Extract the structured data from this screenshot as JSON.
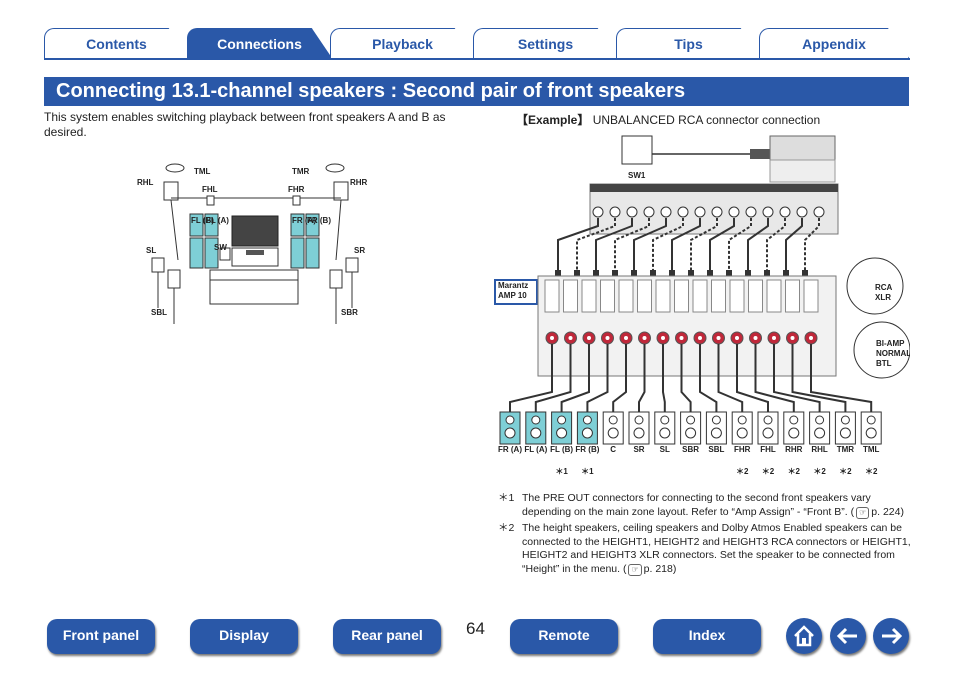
{
  "tabs": [
    {
      "label": "Contents"
    },
    {
      "label": "Connections"
    },
    {
      "label": "Playback"
    },
    {
      "label": "Settings"
    },
    {
      "label": "Tips"
    },
    {
      "label": "Appendix"
    }
  ],
  "page_title": "Connecting 13.1-channel speakers : Second pair of front speakers",
  "intro_text": "This system enables switching playback between front speakers A and B as desired.",
  "example": {
    "tag": "【Example】",
    "text": " UNBALANCED RCA connector connection"
  },
  "room_diagram": {
    "labels": {
      "tml": "TML",
      "tmr": "TMR",
      "rhl": "RHL",
      "rhr": "RHR",
      "fhl": "FHL",
      "fhr": "FHR",
      "sl": "SL",
      "sr": "SR",
      "sbl": "SBL",
      "sbr": "SBR",
      "sw": "SW",
      "fl_b": "FL (B)",
      "fl_a": "FL (A)",
      "fr_a": "FR (A)",
      "fr_b": "FR (B)"
    }
  },
  "connection_diagram": {
    "sw1_label": "SW1",
    "amp_label_1": "Marantz",
    "amp_label_2": "AMP 10",
    "switch1": [
      "RCA",
      "XLR"
    ],
    "switch2": [
      "BI-AMP",
      "NORMAL",
      "BTL"
    ],
    "terminals": [
      {
        "label": "FR (A)",
        "note": ""
      },
      {
        "label": "FL (A)",
        "note": ""
      },
      {
        "label": "FL (B)",
        "note": "＊1"
      },
      {
        "label": "FR (B)",
        "note": "＊1"
      },
      {
        "label": "C",
        "note": ""
      },
      {
        "label": "SR",
        "note": ""
      },
      {
        "label": "SL",
        "note": ""
      },
      {
        "label": "SBR",
        "note": ""
      },
      {
        "label": "SBL",
        "note": ""
      },
      {
        "label": "FHR",
        "note": "＊2"
      },
      {
        "label": "FHL",
        "note": "＊2"
      },
      {
        "label": "RHR",
        "note": "＊2"
      },
      {
        "label": "RHL",
        "note": "＊2"
      },
      {
        "label": "TMR",
        "note": "＊2"
      },
      {
        "label": "TML",
        "note": "＊2"
      }
    ]
  },
  "notes": [
    {
      "mark": "＊1",
      "text": "The PRE OUT connectors for connecting to the second front speakers vary depending on the main zone layout. Refer to “Amp Assign” - “Front B”.",
      "ref": "p. 224"
    },
    {
      "mark": "＊2",
      "text": "The height speakers, ceiling speakers and Dolby Atmos Enabled speakers can be connected to the HEIGHT1, HEIGHT2 and HEIGHT3 RCA connectors or HEIGHT1, HEIGHT2 and HEIGHT3 XLR connectors. Set the speaker to be connected from “Height” in the menu.",
      "ref": "p. 218"
    }
  ],
  "footer": {
    "front_panel": "Front panel",
    "display": "Display",
    "rear_panel": "Rear panel",
    "page_number": "64",
    "remote": "Remote",
    "index": "Index"
  },
  "colors": {
    "accent": "#2a58a8",
    "speaker_teal": "#7ecfd6",
    "terminal_red": "#c0283a"
  }
}
